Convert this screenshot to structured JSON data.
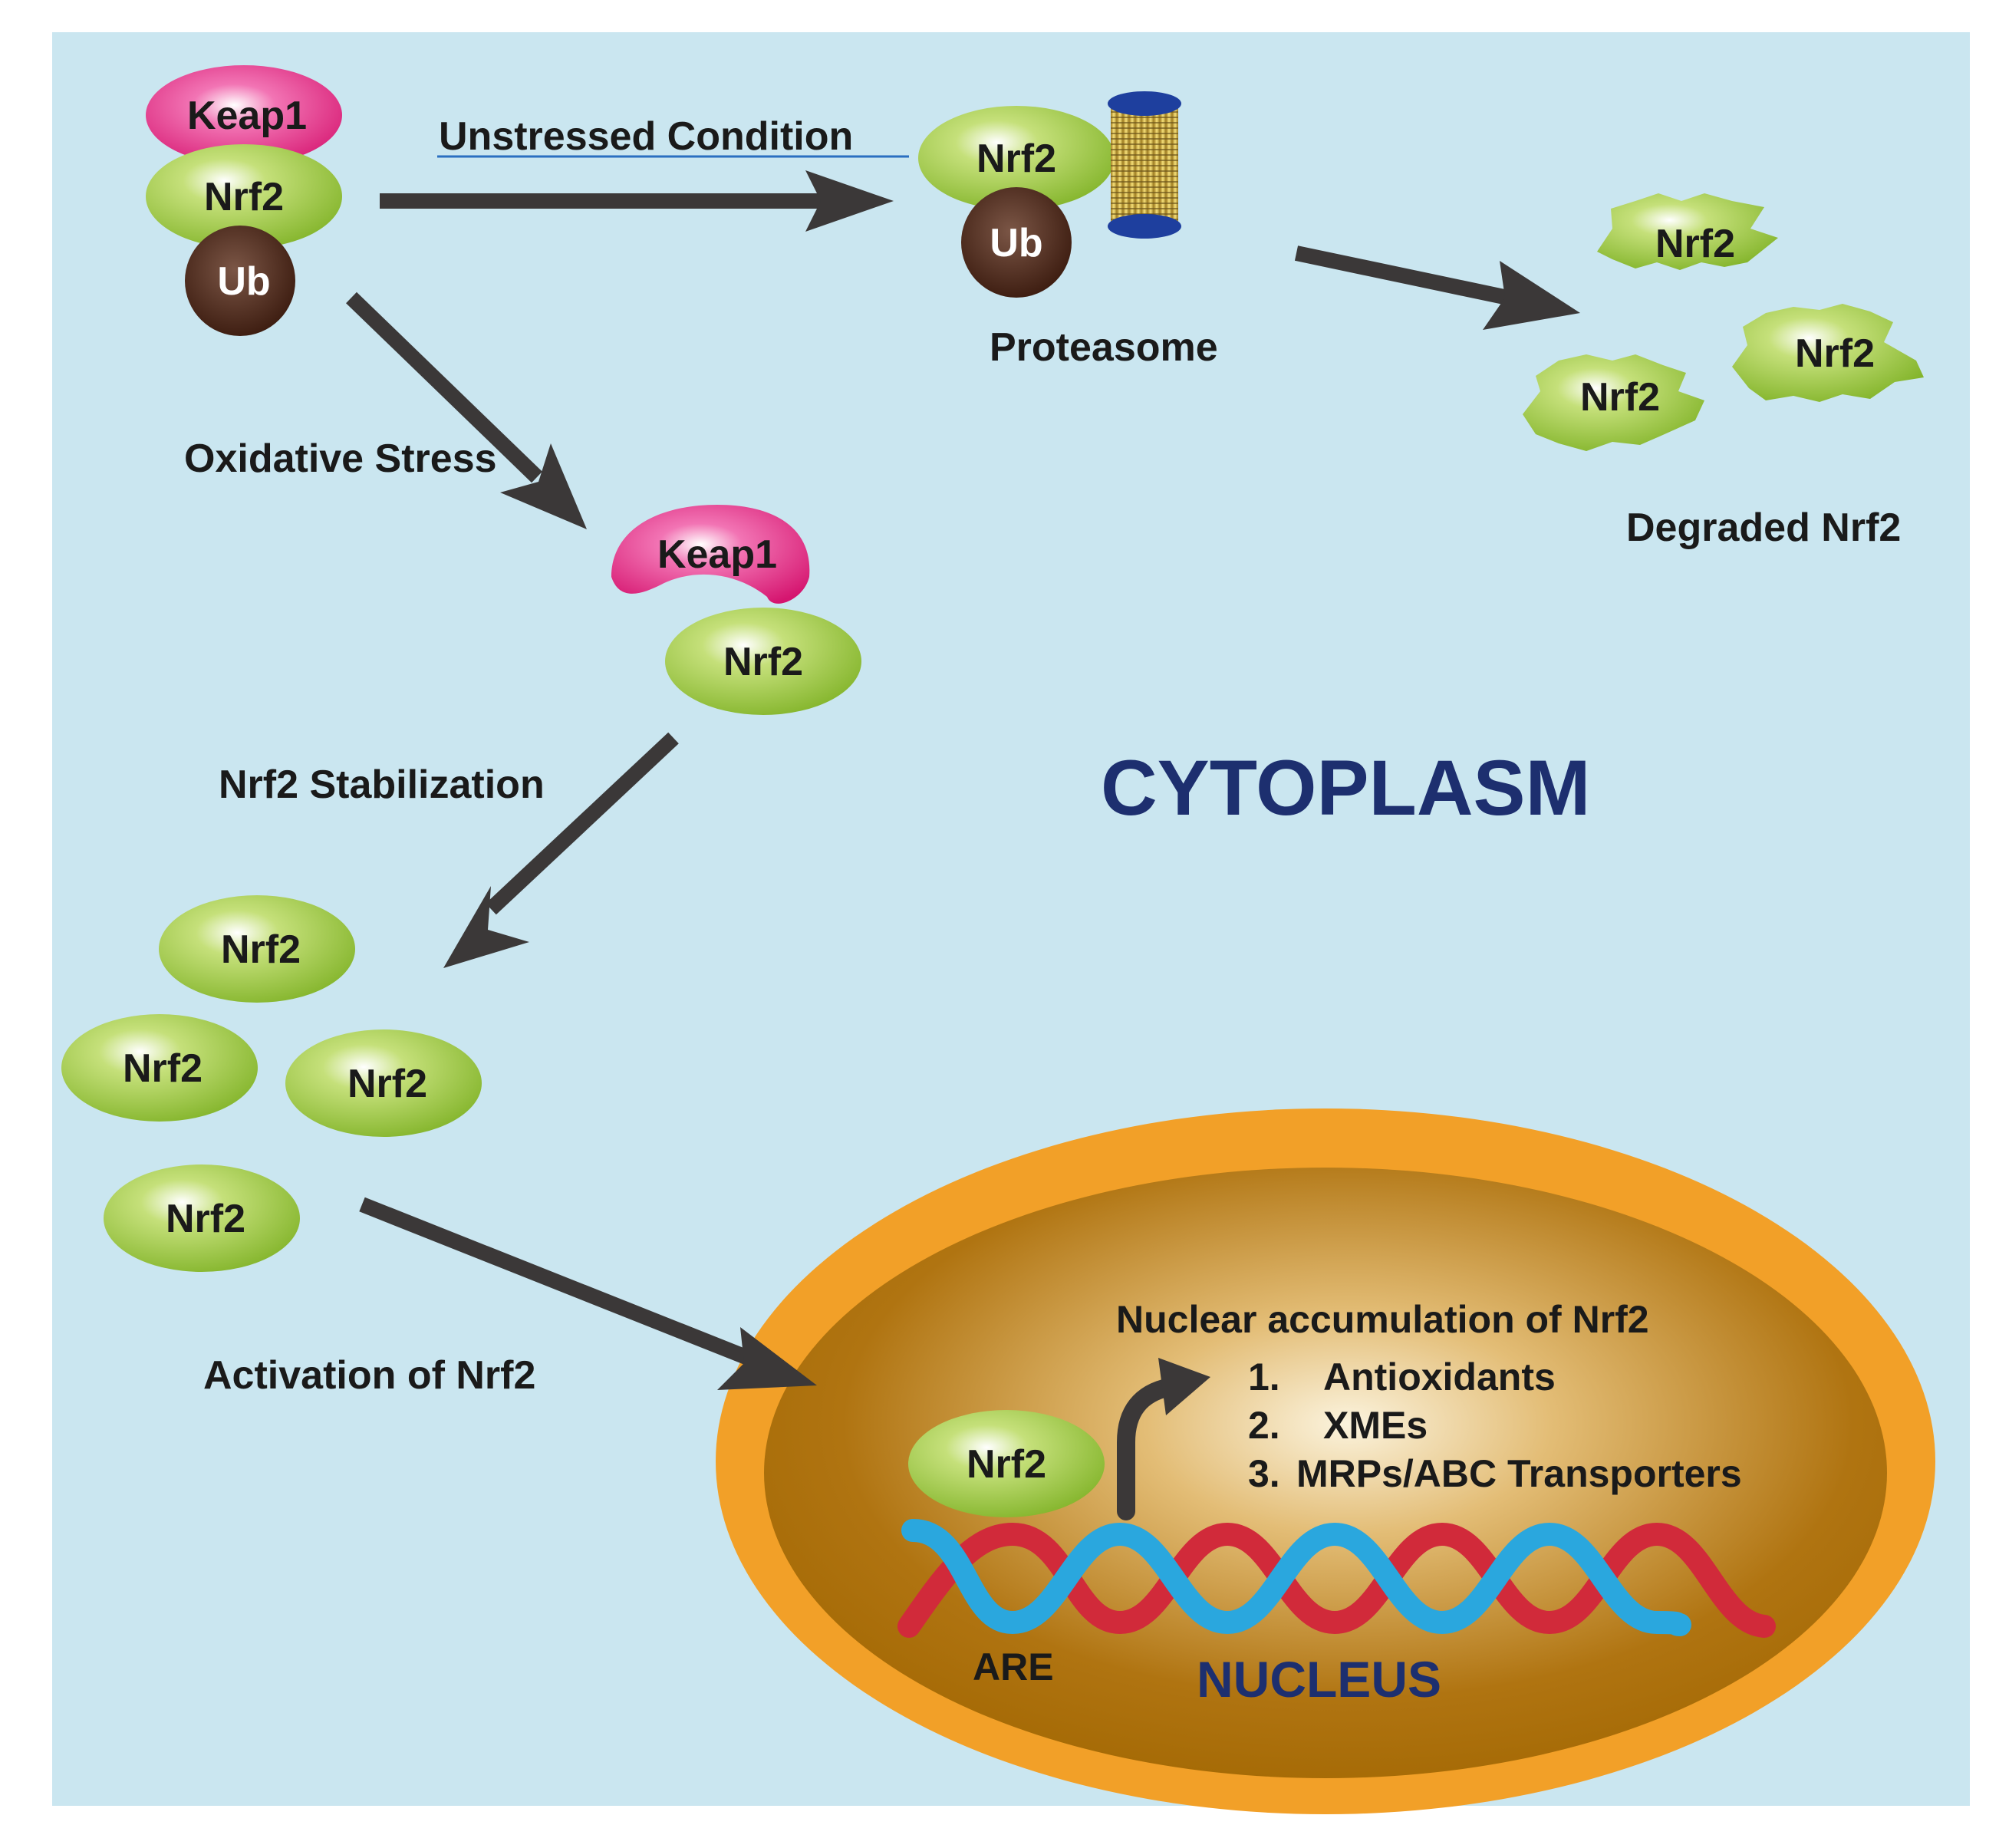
{
  "colors": {
    "cytoplasm": "#cae6f0",
    "nrf2": "#9cc63a",
    "keap1": "#df1f86",
    "ub": "#3d1c10",
    "arrow": "#3b3838",
    "nucleus_rim": "#f2a028",
    "nucleus_body": "#a96d07",
    "dna_red": "#d12a3a",
    "dna_blue": "#2aa7de",
    "title_navy": "#1d2f6f"
  },
  "labels": {
    "unstressed": "Unstressed Condition",
    "proteasome": "Proteasome",
    "degraded": "Degraded Nrf2",
    "oxidative": "Oxidative Stress",
    "stabilization": "Nrf2 Stabilization",
    "activation": "Activation of Nrf2",
    "cytoplasm": "CYTOPLASM",
    "nuclear_accumulation": "Nuclear accumulation of Nrf2",
    "are": "ARE",
    "nucleus": "NUCLEUS"
  },
  "molecules": {
    "keap1": "Keap1",
    "nrf2": "Nrf2",
    "ub": "Ub"
  },
  "gene_list": [
    {
      "num": "1.",
      "text": "Antioxidants"
    },
    {
      "num": "2.",
      "text": "XMEs"
    },
    {
      "num": "3.",
      "text": "MRPs/ABC Transporters"
    }
  ]
}
